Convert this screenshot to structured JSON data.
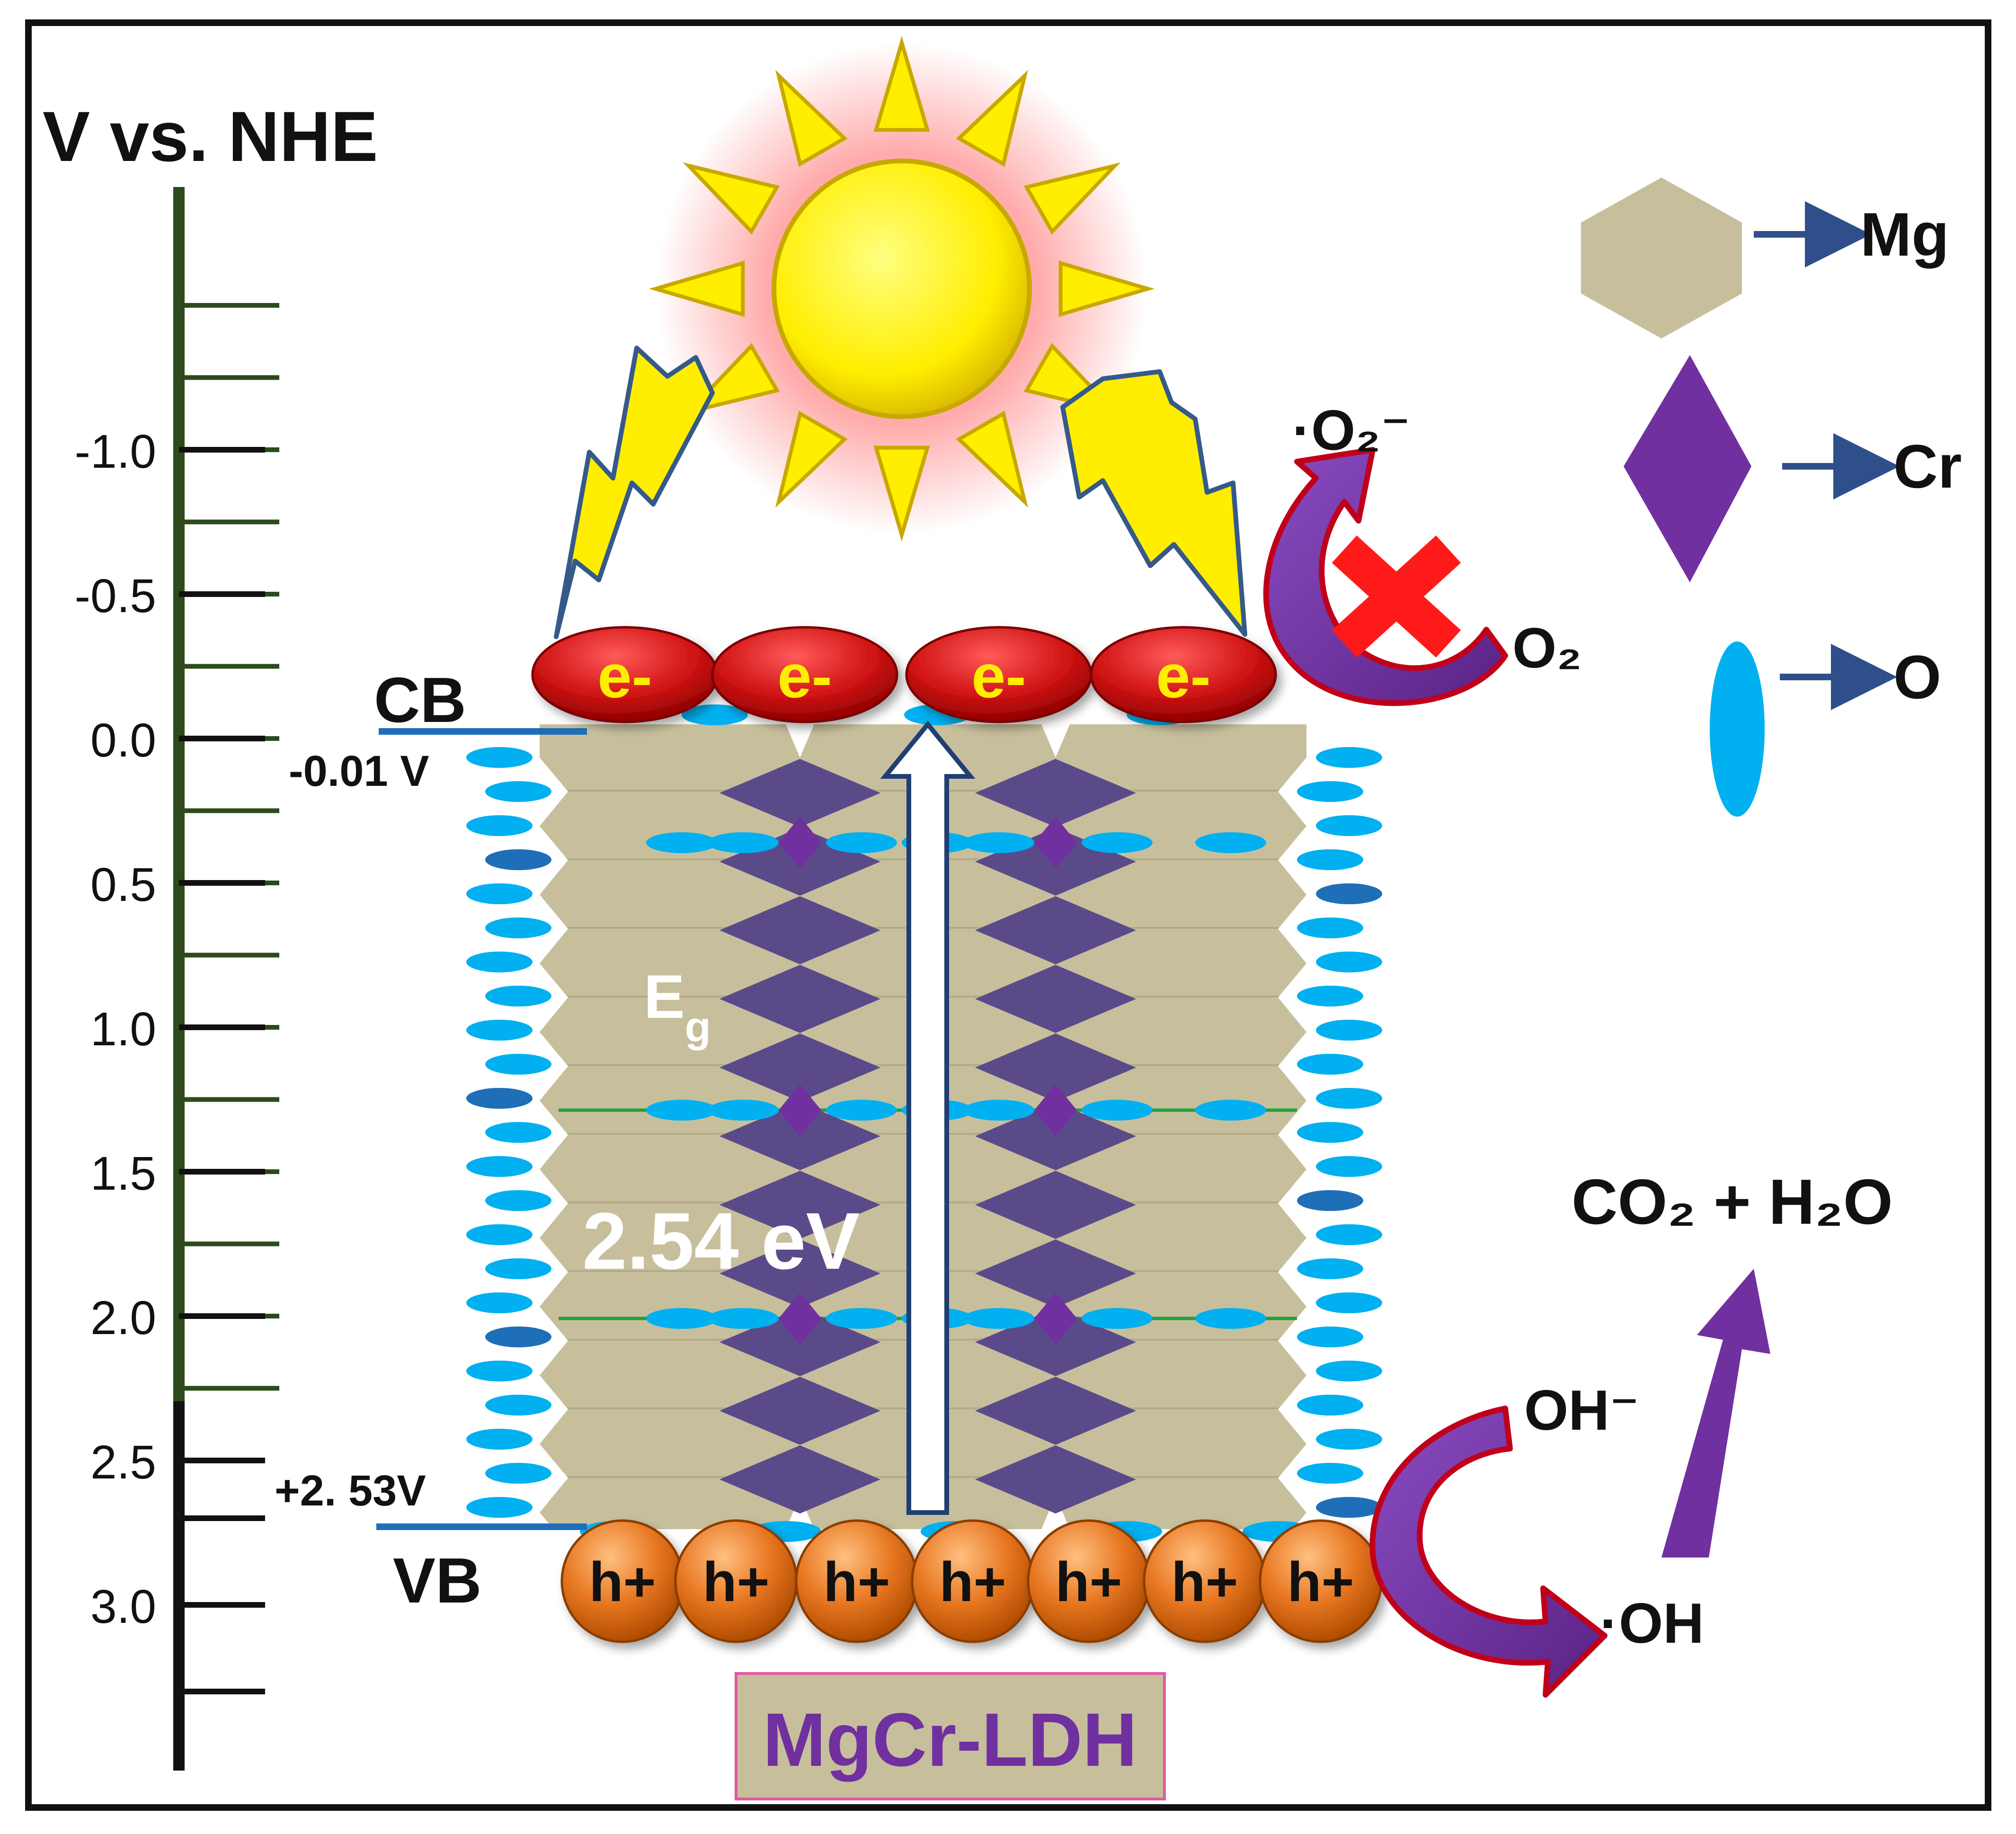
{
  "axis": {
    "title": "V vs. NHE",
    "ticks": [
      {
        "label": "-1.0",
        "value": -1.0
      },
      {
        "label": "-0.5",
        "value": -0.5
      },
      {
        "label": "0.0",
        "value": 0.0
      },
      {
        "label": "0.5",
        "value": 0.5
      },
      {
        "label": "1.0",
        "value": 1.0
      },
      {
        "label": "1.5",
        "value": 1.5
      },
      {
        "label": "2.0",
        "value": 2.0
      },
      {
        "label": "2.5",
        "value": 2.5
      },
      {
        "label": "3.0",
        "value": 3.0
      }
    ]
  },
  "bands": {
    "cb_label": "CB",
    "cb_potential": "-0.01 V",
    "vb_label": "VB",
    "vb_potential": "+2. 53V",
    "gap_symbol": "E",
    "gap_subscript": "g",
    "gap_value": "2.54 eV"
  },
  "carriers": {
    "electron": "e-",
    "electron_count": 4,
    "hole": "h+",
    "hole_count": 7
  },
  "reactions": {
    "superoxide": "·O₂⁻",
    "oxygen": "O₂",
    "hydroxide": "OH⁻",
    "hydroxyl_radical": "·OH",
    "products": "CO₂ + H₂O"
  },
  "legend": [
    {
      "shape": "hexagon",
      "color": "#c7bf9c",
      "label": "Mg"
    },
    {
      "shape": "diamond",
      "color": "#7030a0",
      "label": "Cr"
    },
    {
      "shape": "ellipse",
      "color": "#00b0f0",
      "label": "O"
    }
  ],
  "material_label": "MgCr-LDH",
  "colors": {
    "axis_line": "#2d4a1c",
    "band_line": "#1f6fb8",
    "electron": "#d11414",
    "hole": "#e87722",
    "arrow": "#7030a0",
    "sun": "#ffee00",
    "label_purple": "#7030a0",
    "block_tan": "#c7bf9c",
    "diamond": "#5b4a8a"
  }
}
